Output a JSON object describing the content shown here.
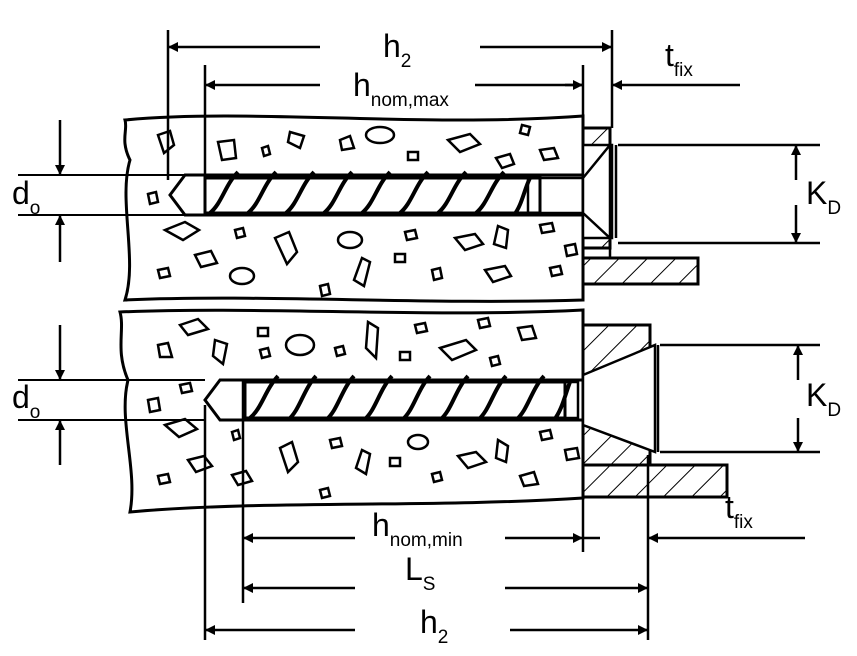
{
  "labels": {
    "h2": "h",
    "h2_sub": "2",
    "h_nom_max": "h",
    "h_nom_max_sub": "nom,max",
    "t_fix": "t",
    "t_fix_sub": "fix",
    "d_o": "d",
    "d_o_sub": "o",
    "K_D": "K",
    "K_D_sub": "D",
    "h_nom_min": "h",
    "h_nom_min_sub": "nom,min",
    "L_S": "L",
    "L_S_sub": "S"
  },
  "colors": {
    "line": "#000000",
    "background": "#ffffff"
  }
}
